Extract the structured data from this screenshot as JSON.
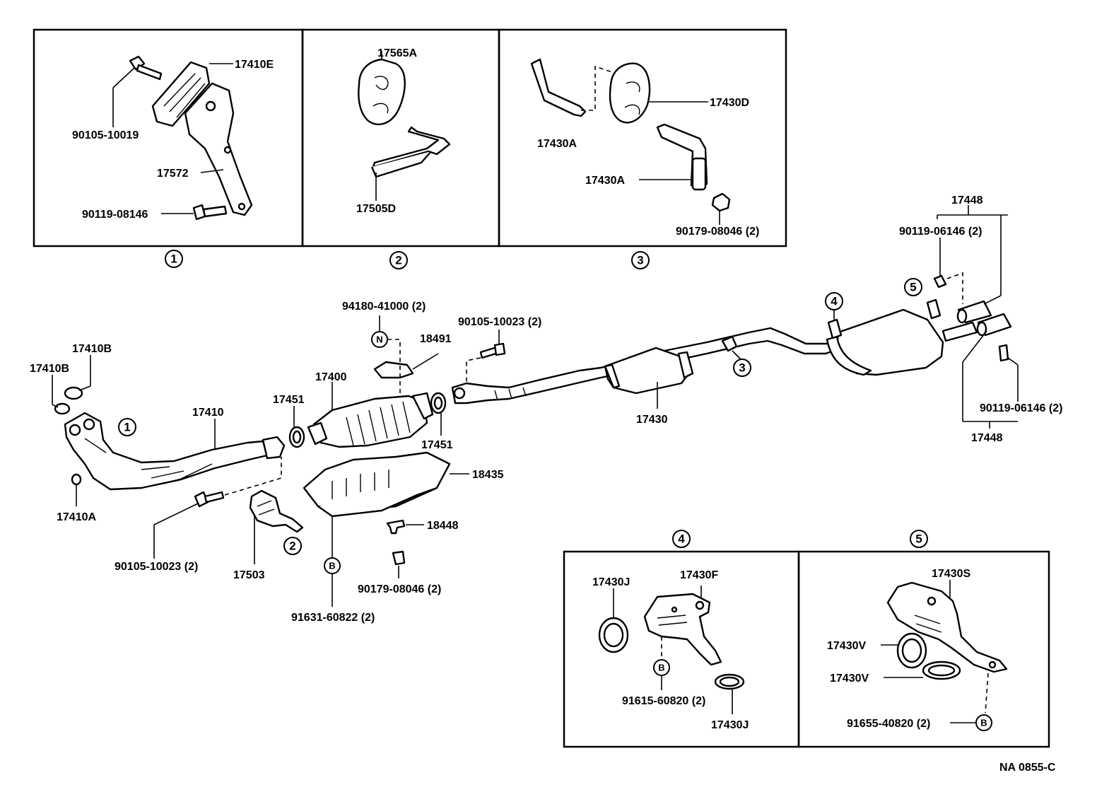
{
  "diagram_code": "NA 0855-C",
  "detail_markers": [
    "1",
    "2",
    "3",
    "4",
    "5"
  ],
  "letter_markers": {
    "n": "N",
    "b": "B"
  },
  "labels": {
    "p17410E": "17410E",
    "p90105_10019": "90105-10019",
    "p17572": "17572",
    "p90119_08146": "90119-08146",
    "p17565A": "17565A",
    "p17505D": "17505D",
    "p17430A_top": "17430A",
    "p17430D": "17430D",
    "p17430A_mid": "17430A",
    "p90179_08046_a": "90179-08046 (2)",
    "p17448_top": "17448",
    "p90119_06146_top": "90119-06146 (2)",
    "p94180_41000": "94180-41000 (2)",
    "p90105_10023_top": "90105-10023 (2)",
    "p18491": "18491",
    "p17410B_a": "17410B",
    "p17410B_b": "17410B",
    "p17400": "17400",
    "p17451_a": "17451",
    "p17410": "17410",
    "p17451_b": "17451",
    "p17430": "17430",
    "p90119_06146_bot": "90119-06146 (2)",
    "p17448_bot": "17448",
    "p18435": "18435",
    "p17410A": "17410A",
    "p18448": "18448",
    "p90105_10023_bot": "90105-10023 (2)",
    "p17503": "17503",
    "p90179_08046_b": "90179-08046 (2)",
    "p91631_60822": "91631-60822 (2)",
    "p17430J_a": "17430J",
    "p17430F": "17430F",
    "p91615_60820": "91615-60820 (2)",
    "p17430J_b": "17430J",
    "p17430S": "17430S",
    "p17430V_a": "17430V",
    "p17430V_b": "17430V",
    "p91655_40820": "91655-40820 (2)"
  }
}
